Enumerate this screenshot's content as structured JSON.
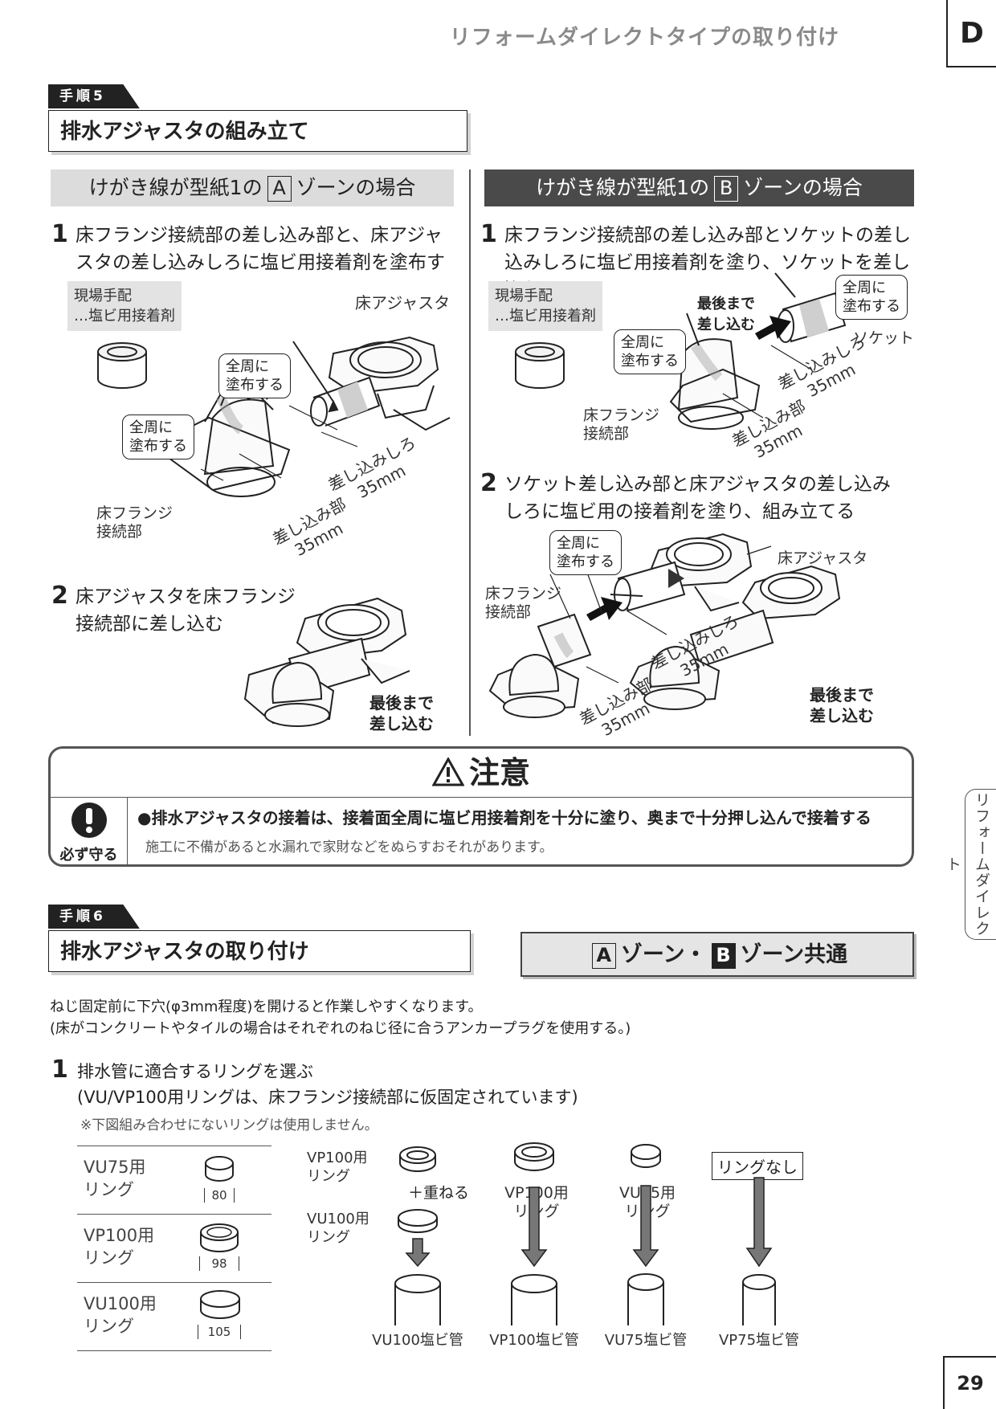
{
  "header": {
    "title": "リフォームダイレクトタイプの取り付け",
    "section": "D"
  },
  "step5": {
    "tag": "手順5",
    "title": "排水アジャスタの組み立て",
    "zone_a": {
      "pre": "けがき線が型紙1の",
      "zone": "A",
      "post": "ゾーンの場合",
      "s1_num": "1",
      "s1_line1": "床フランジ接続部の差し込み部と、床アジャ",
      "s1_line2": "スタの差し込みしろに塩ビ用接着剤を塗布する",
      "note_line1": "現場手配",
      "note_line2": "…塩ビ用接着剤",
      "adjuster_label": "床アジャスタ",
      "callout1_l1": "全周に",
      "callout1_l2": "塗布する",
      "callout2_l1": "全周に",
      "callout2_l2": "塗布する",
      "flange_l1": "床フランジ",
      "flange_l2": "接続部",
      "dim1_l1": "差し込みしろ",
      "dim1_l2": "35mm",
      "dim2_l1": "差し込み部",
      "dim2_l2": "35mm",
      "s2_num": "2",
      "s2_line1": "床アジャスタを床フランジ",
      "s2_line2": "接続部に差し込む",
      "push_l1": "最後まで",
      "push_l2": "差し込む"
    },
    "zone_b": {
      "pre": "けがき線が型紙1の",
      "zone": "B",
      "post": "ゾーンの場合",
      "s1_num": "1",
      "s1_line1": "床フランジ接続部の差し込み部とソケットの差し",
      "s1_line2": "込みしろに塩ビ用接着剤を塗り、ソケットを差し込む",
      "note_line1": "現場手配",
      "note_line2": "…塩ビ用接着剤",
      "push_l1": "最後まで",
      "push_l2": "差し込む",
      "callout1_l1": "全周に",
      "callout1_l2": "塗布する",
      "callout2_l1": "全周に",
      "callout2_l2": "塗布する",
      "socket_label": "ソケット",
      "dim1_l1": "差し込みしろ",
      "dim1_l2": "35mm",
      "dim2_l1": "差し込み部",
      "dim2_l2": "35mm",
      "flange_l1": "床フランジ",
      "flange_l2": "接続部",
      "s2_num": "2",
      "s2_line1": "ソケット差し込み部と床アジャスタの差し込み",
      "s2_line2": "しろに塩ビ用の接着剤を塗り、組み立てる",
      "callout3_l1": "全周に",
      "callout3_l2": "塗布する",
      "adjuster_label": "床アジャスタ",
      "flange2_l1": "床フランジ",
      "flange2_l2": "接続部",
      "dim3_l1": "差し込みしろ",
      "dim3_l2": "35mm",
      "dim4_l1": "差し込み部",
      "dim4_l2": "35mm",
      "push2_l1": "最後まで",
      "push2_l2": "差し込む"
    }
  },
  "caution": {
    "title": "注意",
    "must": "必ず守る",
    "main": "●排水アジャスタの接着は、接着面全周に塩ビ用接着剤を十分に塗り、奥まで十分押し込んで接着する",
    "sub": "施工に不備があると水漏れで家財などをぬらすおそれがあります。"
  },
  "step6": {
    "tag": "手順6",
    "title": "排水アジャスタの取り付け",
    "common_a": "A",
    "common_mid": "ゾーン・",
    "common_b": "B",
    "common_post": "ゾーン共通",
    "intro1": "ねじ固定前に下穴(φ3mm程度)を開けると作業しやすくなります。",
    "intro2": "(床がコンクリートやタイルの場合はそれぞれのねじ径に合うアンカープラグを使用する。)",
    "s1_num": "1",
    "s1_line1": "排水管に適合するリングを選ぶ",
    "s1_line2": "(VU/VP100用リングは、床フランジ接続部に仮固定されています)",
    "s1_note": "※下図組み合わせにないリングは使用しません。",
    "rings": [
      {
        "l1": "VU75用",
        "l2": "リング",
        "size": "80"
      },
      {
        "l1": "VP100用",
        "l2": "リング",
        "size": "98"
      },
      {
        "l1": "VU100用",
        "l2": "リング",
        "size": "105"
      }
    ],
    "combo": {
      "vp100_l1": "VP100用",
      "vp100_l2": "リング",
      "overlap": "＋重ねる",
      "vu100_l1": "VU100用",
      "vu100_l2": "リング",
      "c2_l1": "VP100用",
      "c2_l2": "リング",
      "c3_l1": "VU75用",
      "c3_l2": "リング",
      "none": "リングなし",
      "pipes": [
        "VU100塩ビ管",
        "VP100塩ビ管",
        "VU75塩ビ管",
        "VP75塩ビ管"
      ]
    }
  },
  "side_tab": "リフォームダイレクト",
  "page_number": "29"
}
